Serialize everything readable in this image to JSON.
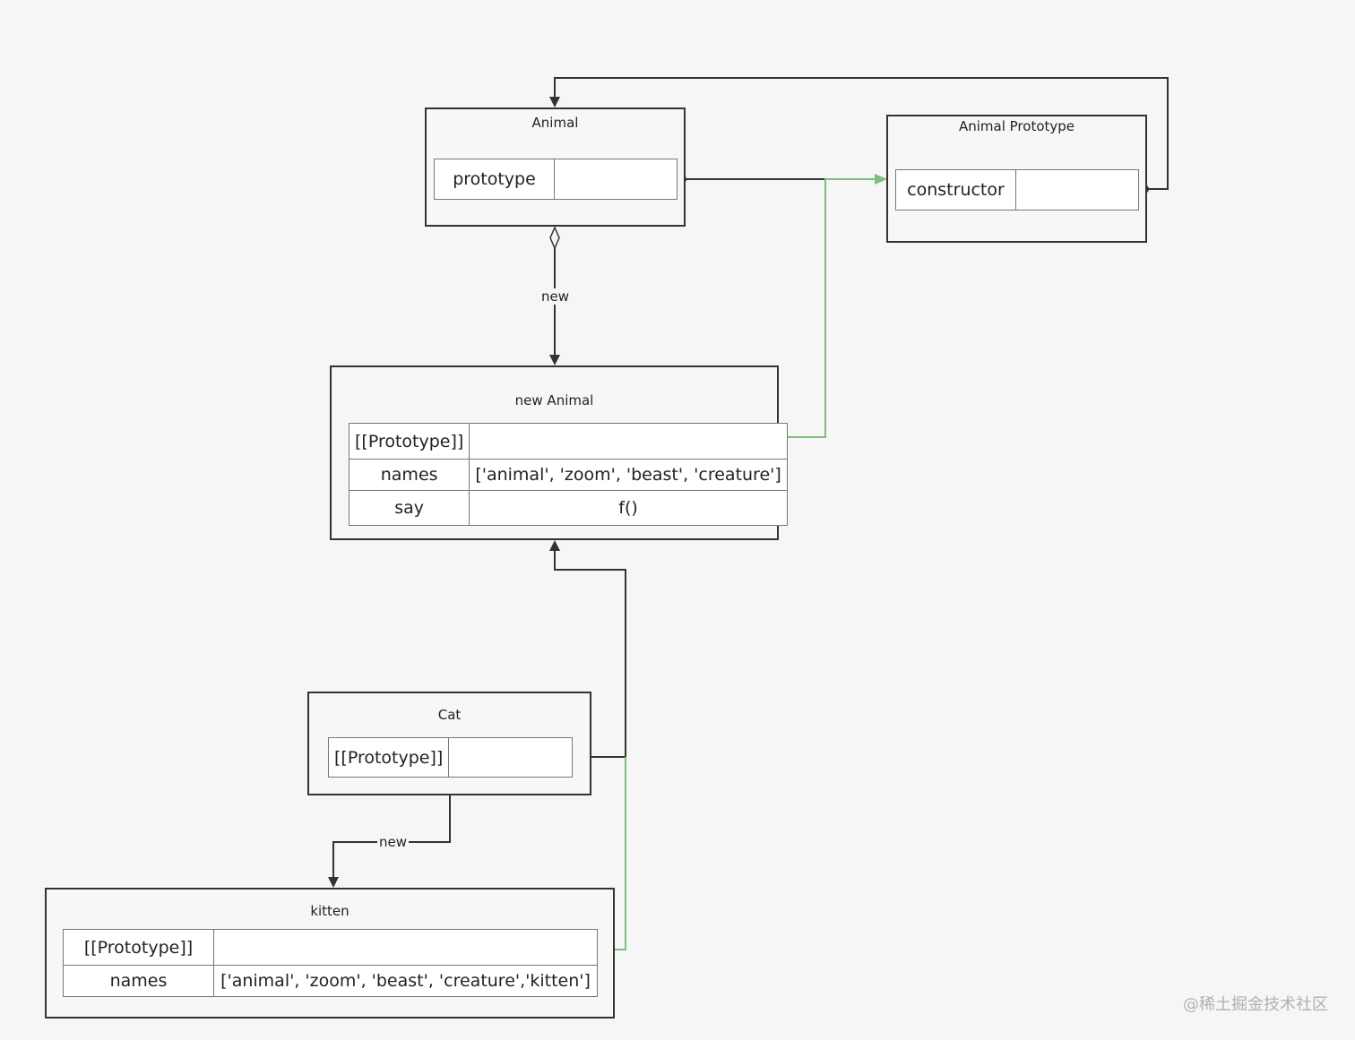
{
  "nodes": {
    "animal": {
      "title": "Animal",
      "rows": [
        {
          "key": "prototype",
          "value": ""
        }
      ]
    },
    "animal_prototype": {
      "title": "Animal Prototype",
      "rows": [
        {
          "key": "constructor",
          "value": ""
        }
      ]
    },
    "new_animal": {
      "title": "new Animal",
      "rows": [
        {
          "key": "[[Prototype]]",
          "value": ""
        },
        {
          "key": "names",
          "value": "['animal', 'zoom', 'beast', 'creature']"
        },
        {
          "key": "say",
          "value": "f()"
        }
      ]
    },
    "cat": {
      "title": "Cat",
      "rows": [
        {
          "key": "[[Prototype]]",
          "value": ""
        }
      ]
    },
    "kitten": {
      "title": "kitten",
      "rows": [
        {
          "key": "[[Prototype]]",
          "value": ""
        },
        {
          "key": "names",
          "value": "['animal', 'zoom', 'beast', 'creature','kitten']"
        }
      ]
    }
  },
  "edges": {
    "animal_to_new_animal": "new",
    "cat_to_kitten": "new"
  },
  "colors": {
    "line_dark": "#333333",
    "line_green": "#7dbd7d"
  },
  "watermark": "@稀土掘金技术社区"
}
